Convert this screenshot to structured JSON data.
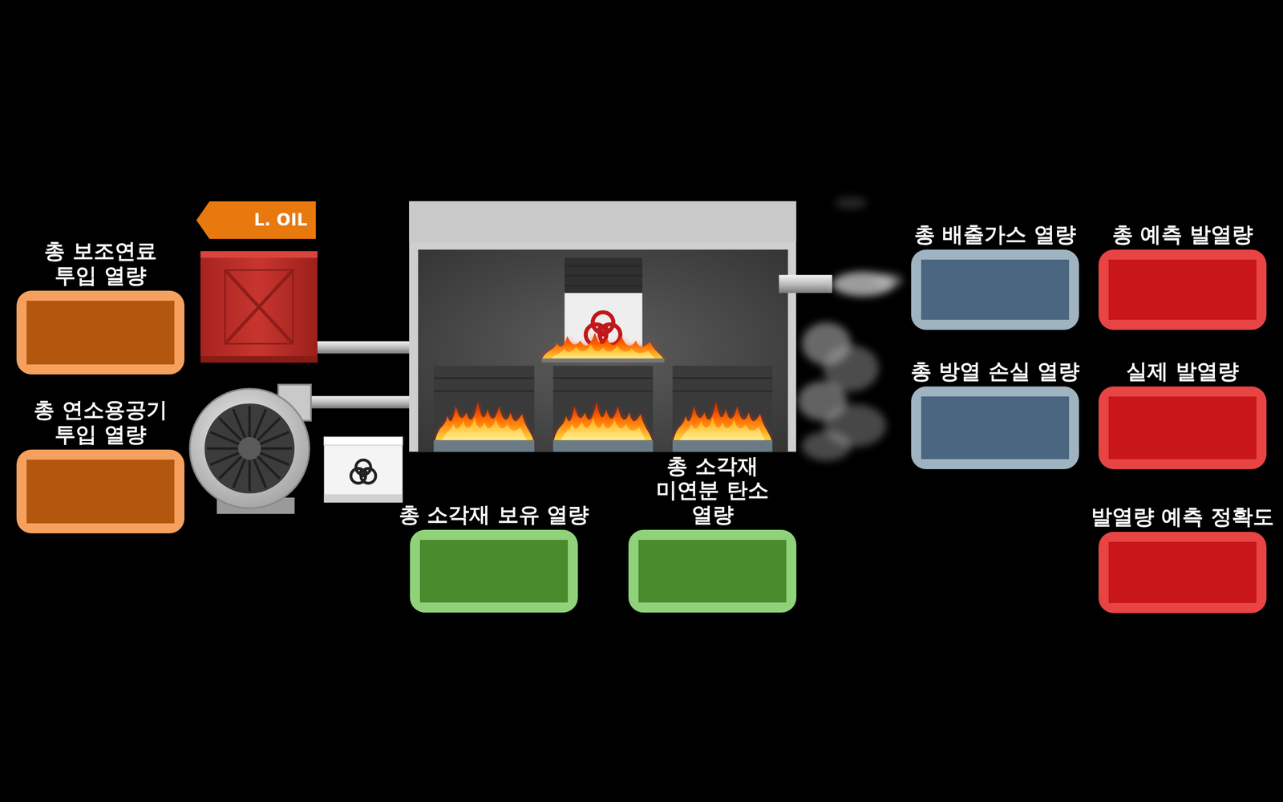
{
  "diagram": {
    "nodes": [
      {
        "text": [
          "총 보조연료 투입 열량"
        ]
      },
      {
        "text": [
          "총 연소용공기 투입 열량"
        ]
      },
      {
        "text": [
          "총 소각재 보유 열량"
        ]
      },
      {
        "text": [
          "총 소각재 미연분 탄소 열량"
        ]
      },
      {
        "text": [
          "총 배출가스 열량"
        ]
      },
      {
        "text": [
          "총 예측 발열량"
        ]
      },
      {
        "text": [
          "총 방열 손실 열량"
        ]
      },
      {
        "text": [
          "실제 발열량"
        ]
      },
      {
        "text": [
          "발열량 예측 정확도"
        ]
      }
    ],
    "labels": [
      "L. OIL"
    ]
  }
}
